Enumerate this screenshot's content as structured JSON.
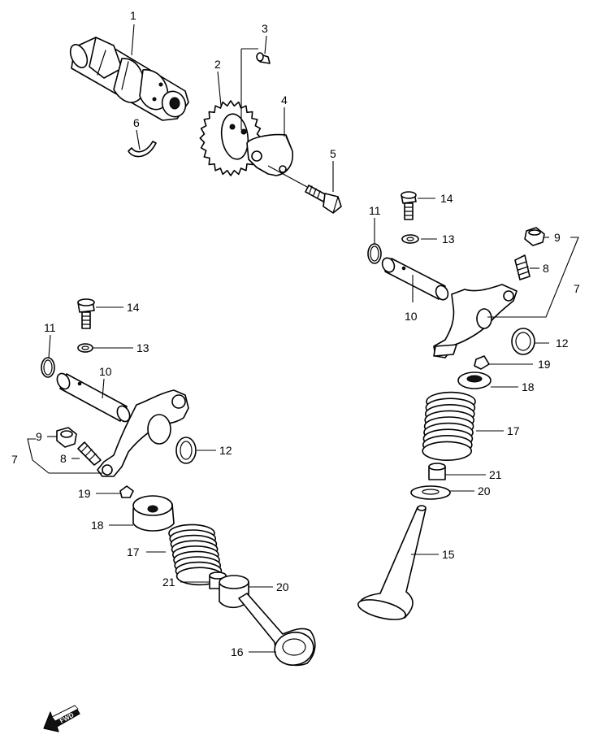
{
  "callouts": {
    "c1": "1",
    "c2": "2",
    "c3": "3",
    "c4": "4",
    "c5": "5",
    "c6": "6",
    "r_c14": "14",
    "r_c13": "13",
    "r_c11": "11",
    "r_c9": "9",
    "r_c8": "8",
    "r_c7": "7",
    "r_c10": "10",
    "r_c12": "12",
    "r_c19": "19",
    "r_c18": "18",
    "r_c17": "17",
    "r_c21": "21",
    "r_c20": "20",
    "r_c15": "15",
    "l_c14": "14",
    "l_c11": "11",
    "l_c13": "13",
    "l_c10": "10",
    "l_c9": "9",
    "l_c7": "7",
    "l_c8": "8",
    "l_c12": "12",
    "l_c19": "19",
    "l_c18": "18",
    "l_c17": "17",
    "l_c21": "21",
    "l_c20": "20",
    "l_c16": "16"
  },
  "direction_badge": "FWD",
  "icons": {
    "direction": "fwd-arrow-icon"
  }
}
